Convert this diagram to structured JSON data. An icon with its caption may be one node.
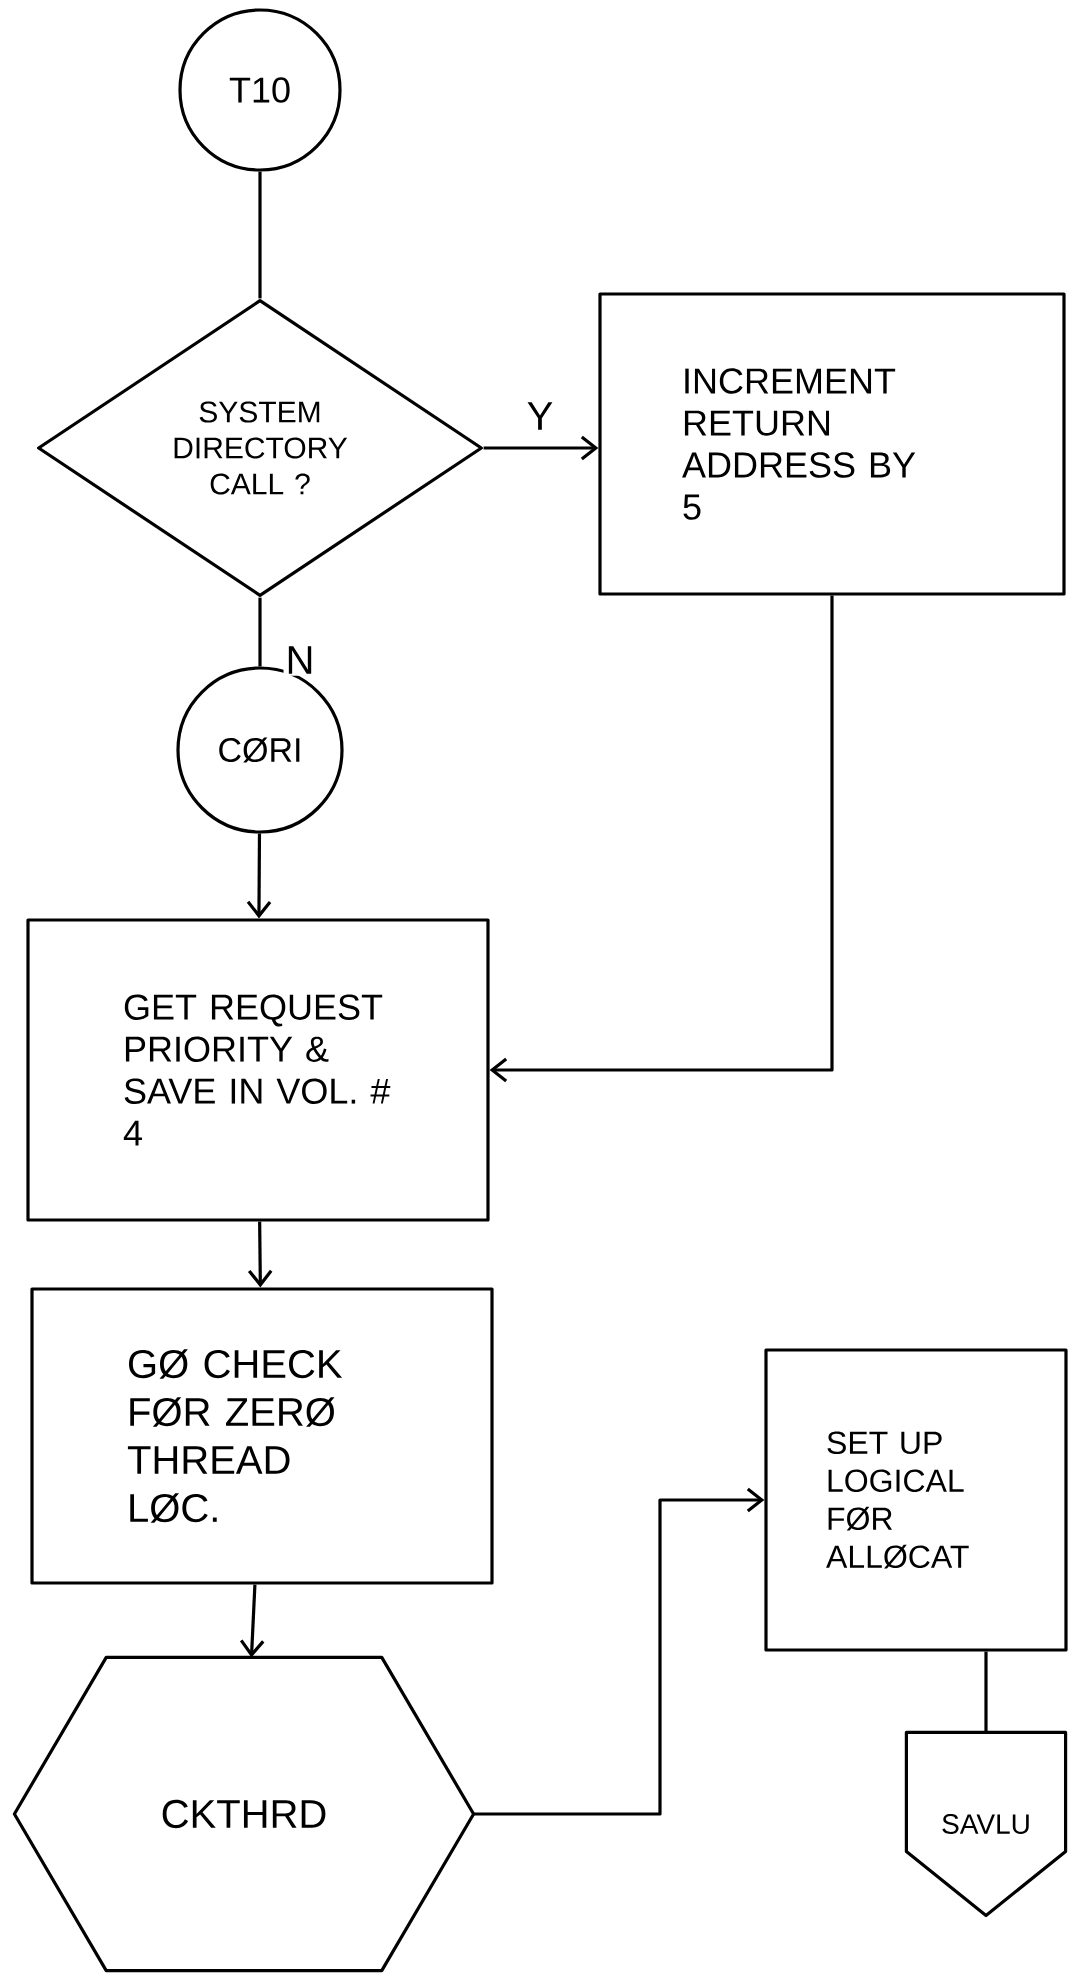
{
  "diagram": {
    "nodes": [
      {
        "text": [
          "T10"
        ]
      },
      {
        "text": [
          "SYSTEM DIRECTORY CALL ?"
        ]
      },
      {
        "text": [
          "INCREMENT RETURN ADDRESS BY 5"
        ]
      },
      {
        "text": [
          "CØRI"
        ]
      },
      {
        "text": [
          "GET REQUEST PRIORITY & SAVE IN VOL. # 4"
        ]
      },
      {
        "text": [
          "GØ CHECK FØR ZERØ THREAD LØC."
        ]
      },
      {
        "text": [
          "CKTHRD"
        ]
      },
      {
        "text": [
          "SET UP LOGICAL FØR ALLØCAT"
        ]
      },
      {
        "text": [
          "SAVLU"
        ]
      }
    ],
    "edges": [
      {
        "from": 0,
        "to": 1,
        "arrow": "none"
      },
      {
        "from": 1,
        "to": 2,
        "arrow": "to",
        "label": "Y"
      },
      {
        "from": 1,
        "to": 3,
        "arrow": "none",
        "label": "N"
      },
      {
        "from": 3,
        "to": 4,
        "arrow": "to"
      },
      {
        "from": 2,
        "to": 4,
        "arrow": "to"
      },
      {
        "from": 4,
        "to": 5,
        "arrow": "to"
      },
      {
        "from": 5,
        "to": 6,
        "arrow": "to"
      },
      {
        "from": 6,
        "to": 7,
        "arrow": "to"
      },
      {
        "from": 7,
        "to": 8,
        "arrow": "none"
      }
    ]
  }
}
